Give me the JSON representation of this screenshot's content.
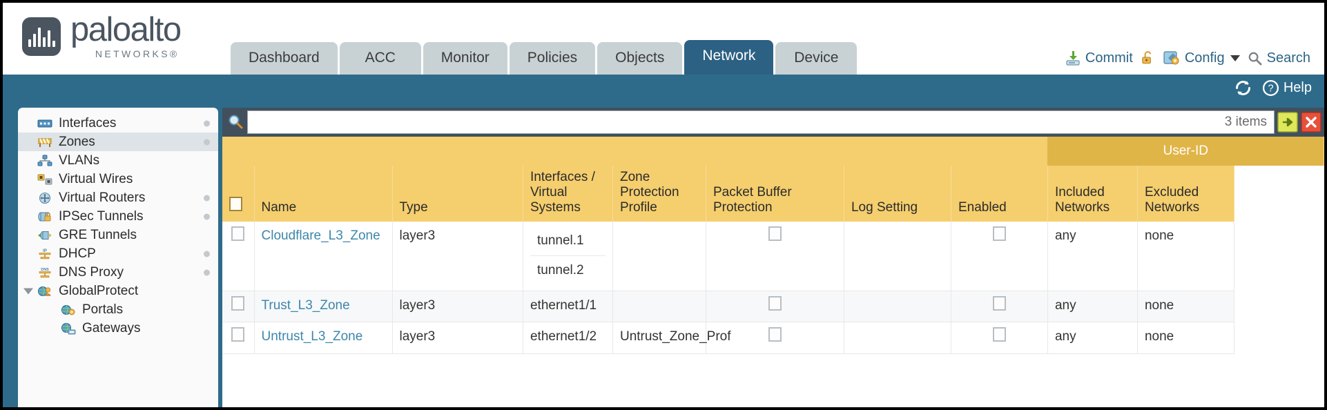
{
  "brand": {
    "name": "paloalto",
    "sub": "NETWORKS®",
    "logo_icon": "paloalto-logo-icon"
  },
  "nav": {
    "tabs": [
      {
        "label": "Dashboard",
        "active": false
      },
      {
        "label": "ACC",
        "active": false
      },
      {
        "label": "Monitor",
        "active": false
      },
      {
        "label": "Policies",
        "active": false
      },
      {
        "label": "Objects",
        "active": false
      },
      {
        "label": "Network",
        "active": true
      },
      {
        "label": "Device",
        "active": false
      }
    ]
  },
  "utils": {
    "commit_label": "Commit",
    "commit_icon": "commit-save-icon",
    "lock_icon": "unlock-icon",
    "config_label": "Config",
    "config_icon": "config-wrench-icon",
    "config_caret": "chevron-down-icon",
    "search_label": "Search",
    "search_icon": "search-magnifier-icon"
  },
  "band": {
    "refresh_icon": "refresh-icon",
    "help_label": "Help",
    "help_icon": "help-question-icon"
  },
  "sidebar": {
    "items": [
      {
        "label": "Interfaces",
        "icon": "interfaces-icon",
        "selected": false,
        "dot": true,
        "child": false,
        "expander": false
      },
      {
        "label": "Zones",
        "icon": "zones-icon",
        "selected": true,
        "dot": true,
        "child": false,
        "expander": false
      },
      {
        "label": "VLANs",
        "icon": "vlans-icon",
        "selected": false,
        "dot": false,
        "child": false,
        "expander": false
      },
      {
        "label": "Virtual Wires",
        "icon": "virtual-wires-icon",
        "selected": false,
        "dot": false,
        "child": false,
        "expander": false
      },
      {
        "label": "Virtual Routers",
        "icon": "virtual-routers-icon",
        "selected": false,
        "dot": true,
        "child": false,
        "expander": false
      },
      {
        "label": "IPSec Tunnels",
        "icon": "ipsec-tunnels-icon",
        "selected": false,
        "dot": true,
        "child": false,
        "expander": false
      },
      {
        "label": "GRE Tunnels",
        "icon": "gre-tunnels-icon",
        "selected": false,
        "dot": false,
        "child": false,
        "expander": false
      },
      {
        "label": "DHCP",
        "icon": "dhcp-icon",
        "selected": false,
        "dot": true,
        "child": false,
        "expander": false
      },
      {
        "label": "DNS Proxy",
        "icon": "dns-proxy-icon",
        "selected": false,
        "dot": true,
        "child": false,
        "expander": false
      },
      {
        "label": "GlobalProtect",
        "icon": "globalprotect-icon",
        "selected": false,
        "dot": false,
        "child": false,
        "expander": true
      },
      {
        "label": "Portals",
        "icon": "portals-icon",
        "selected": false,
        "dot": false,
        "child": true,
        "expander": false
      },
      {
        "label": "Gateways",
        "icon": "gateways-icon",
        "selected": false,
        "dot": false,
        "child": true,
        "expander": false
      }
    ]
  },
  "search": {
    "value": "",
    "placeholder": "",
    "icon": "search-magnifier-icon",
    "item_count": "3 items",
    "apply_icon": "apply-filter-arrow-icon",
    "clear_icon": "clear-filter-close-icon"
  },
  "table": {
    "group_header": {
      "label": "User-ID",
      "span": 3
    },
    "columns": [
      "Name",
      "Type",
      "Interfaces / Virtual Systems",
      "Zone Protection Profile",
      "Packet Buffer Protection",
      "Log Setting",
      "Enabled",
      "Included Networks",
      "Excluded Networks"
    ],
    "rows": [
      {
        "name": "Cloudflare_L3_Zone",
        "type": "layer3",
        "interfaces": [
          "tunnel.1",
          "tunnel.2"
        ],
        "zone_protection_profile": "",
        "packet_buffer_protection": false,
        "log_setting": "",
        "userid_enabled": false,
        "included_networks": "any",
        "excluded_networks": "none"
      },
      {
        "name": "Trust_L3_Zone",
        "type": "layer3",
        "interfaces": [
          "ethernet1/1"
        ],
        "zone_protection_profile": "",
        "packet_buffer_protection": false,
        "log_setting": "",
        "userid_enabled": false,
        "included_networks": "any",
        "excluded_networks": "none"
      },
      {
        "name": "Untrust_L3_Zone",
        "type": "layer3",
        "interfaces": [
          "ethernet1/2"
        ],
        "zone_protection_profile": "Untrust_Zone_Prof",
        "packet_buffer_protection": false,
        "log_setting": "",
        "userid_enabled": false,
        "included_networks": "any",
        "excluded_networks": "none"
      }
    ]
  },
  "colors": {
    "header_band": "#2e6b8a",
    "active_tab": "#2c6183",
    "table_header": "#f5ce6e",
    "group_header": "#e0b548",
    "link": "#3d86ab"
  }
}
